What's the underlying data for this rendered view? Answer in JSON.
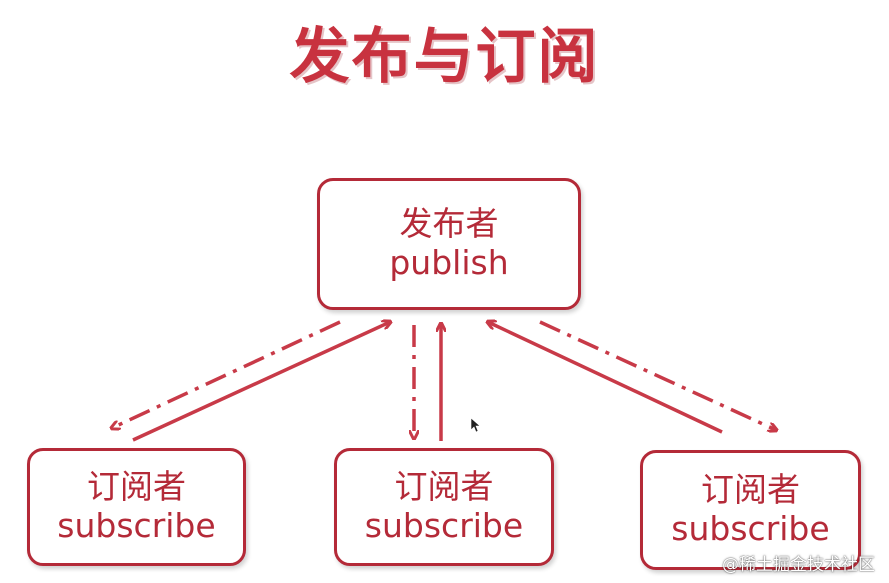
{
  "title": "发布与订阅",
  "publisher": {
    "zh": "发布者",
    "en": "publish"
  },
  "subscribers": [
    {
      "zh": "订阅者",
      "en": "subscribe"
    },
    {
      "zh": "订阅者",
      "en": "subscribe"
    },
    {
      "zh": "订阅者",
      "en": "subscribe"
    }
  ],
  "colors": {
    "accent": "#b42a38",
    "title": "#c8323f"
  },
  "watermark": "@稀土掘金技术社区"
}
